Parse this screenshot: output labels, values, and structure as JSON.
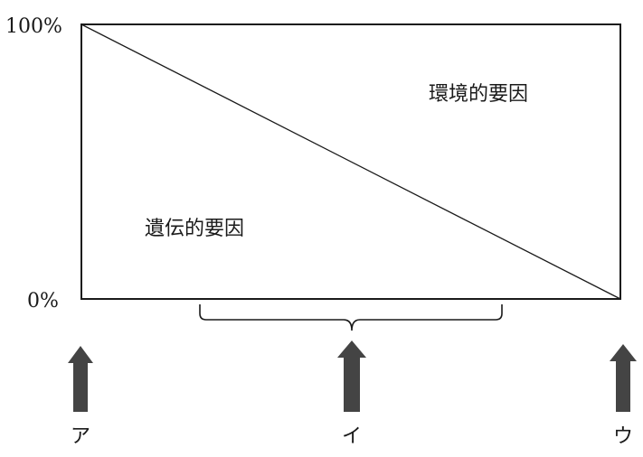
{
  "axis": {
    "top_label": "100%",
    "bottom_label": "0%"
  },
  "regions": {
    "environmental": "環境的要因",
    "genetic": "遺伝的要因"
  },
  "markers": [
    {
      "label": "ア"
    },
    {
      "label": "イ"
    },
    {
      "label": "ウ"
    }
  ],
  "colors": {
    "line": "#1a1a1a",
    "arrow": "#444444"
  }
}
